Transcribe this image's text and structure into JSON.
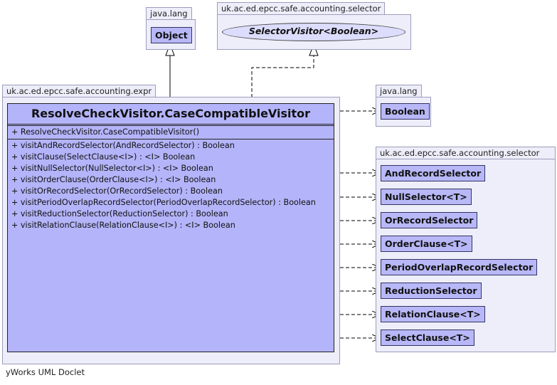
{
  "packages": {
    "java_lang_top": "java.lang",
    "selector_top": "uk.ac.ed.epcc.safe.accounting.selector",
    "expr": "uk.ac.ed.epcc.safe.accounting.expr",
    "java_lang_right": "java.lang",
    "selector_right": "uk.ac.ed.epcc.safe.accounting.selector"
  },
  "classes": {
    "object": "Object",
    "selector_visitor": "SelectorVisitor<Boolean>",
    "boolean": "Boolean"
  },
  "main_class": {
    "name": "ResolveCheckVisitor.CaseCompatibleVisitor",
    "constructors": [
      "+  ResolveCheckVisitor.CaseCompatibleVisitor()"
    ],
    "methods": [
      "+  visitAndRecordSelector(AndRecordSelector) : Boolean",
      "+  visitClause(SelectClause<I>) : <I> Boolean",
      "+  visitNullSelector(NullSelector<I>) : <I> Boolean",
      "+  visitOrderClause(OrderClause<I>) : <I> Boolean",
      "+  visitOrRecordSelector(OrRecordSelector) : Boolean",
      "+  visitPeriodOverlapRecordSelector(PeriodOverlapRecordSelector) : Boolean",
      "+  visitReductionSelector(ReductionSelector) : Boolean",
      "+  visitRelationClause(RelationClause<I>) : <I> Boolean"
    ]
  },
  "dependencies": [
    "AndRecordSelector",
    "NullSelector<T>",
    "OrRecordSelector",
    "OrderClause<T>",
    "PeriodOverlapRecordSelector",
    "ReductionSelector",
    "RelationClause<T>",
    "SelectClause<T>"
  ],
  "footer": "yWorks UML Doclet"
}
